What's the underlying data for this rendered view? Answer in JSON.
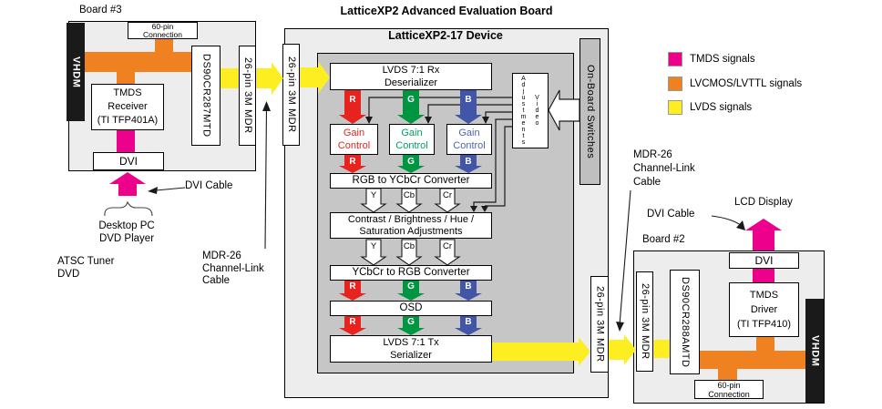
{
  "title": "LatticeXP2 Advanced Evaluation Board",
  "device_title": "LatticeXP2-17 Device",
  "colors": {
    "tmds_magenta": "#ec008c",
    "lvcmos_orange": "#f08121",
    "lvds_yellow": "#fdee21",
    "red": "#e6231e",
    "green": "#009540",
    "blue": "#4156a6",
    "board_gray": "#ededed",
    "device_gray": "#c6c6c6"
  },
  "legend": [
    {
      "label": "TMDS signals",
      "color": "#ec008c"
    },
    {
      "label": "LVCMOS/LVTTL signals",
      "color": "#f08121"
    },
    {
      "label": "LVDS signals",
      "color": "#fdee21"
    }
  ],
  "signals": {
    "r": "R",
    "g": "G",
    "b": "B",
    "y": "Y",
    "cb": "Cb",
    "cr": "Cr"
  },
  "pipeline": {
    "deserializer": [
      "LVDS 7:1 Rx",
      "Deserializer"
    ],
    "gain": [
      "Gain",
      "Control"
    ],
    "rgb_to_ycbcr": "RGB to YCbCr Converter",
    "contrast": [
      "Contrast / Brightness / Hue /",
      "Saturation Adjustments"
    ],
    "ycbcr_to_rgb": "YCbCr to RGB Converter",
    "osd": "OSD",
    "serializer": [
      "LVDS 7:1 Tx",
      "Serializer"
    ],
    "video_adjustments": [
      "Video",
      "Adjustments"
    ],
    "switches": "On-Board Switches"
  },
  "board3": {
    "label": "Board #3",
    "vhdm": "VHDM",
    "conn60": [
      "60-pin",
      "Connection"
    ],
    "receiver": [
      "TMDS",
      "Receiver",
      "(TI TFP401A)"
    ],
    "dvi": "DVI",
    "chip": "DS90CR287MTD",
    "mdr": "26-pin 3M MDR"
  },
  "board2": {
    "label": "Board #2",
    "vhdm": "VHDM",
    "conn60": [
      "60-pin",
      "Connection"
    ],
    "driver": [
      "TMDS",
      "Driver",
      "(TI TFP410)"
    ],
    "dvi": "DVI",
    "chip": "DS90CR288AMTD",
    "mdr": "26-pin 3M MDR"
  },
  "center": {
    "mdr_left": "26-pin 3M MDR",
    "mdr_right": "26-pin 3M MDR"
  },
  "annotations": {
    "dvi_cable": "DVI Cable",
    "lcd_display": "LCD Display",
    "mdr26_cable": [
      "MDR-26",
      "Channel-Link",
      "Cable"
    ],
    "desktop": [
      "Desktop PC",
      "DVD Player"
    ],
    "atsc": [
      "ATSC Tuner",
      "DVD"
    ]
  }
}
